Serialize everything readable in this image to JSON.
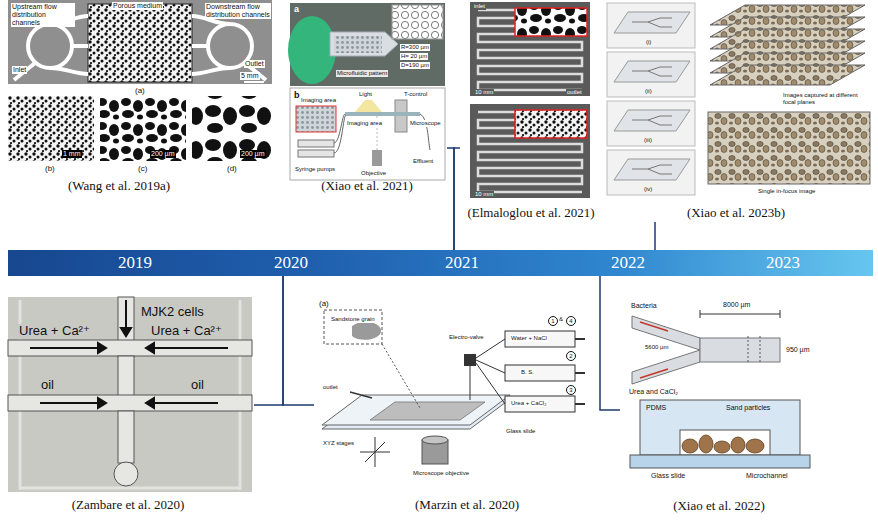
{
  "diagram": {
    "nodes": [
      {
        "text": [
          "(Wang et al. 2019a)"
        ]
      },
      {
        "text": [
          "(Xiao et al. 2021)"
        ]
      },
      {
        "text": [
          "(Elmaloglou et al. 2021)"
        ]
      },
      {
        "text": [
          "(Xiao et al. 2023b)"
        ]
      },
      {
        "text": [
          "2019",
          "2020",
          "2021",
          "2022",
          "2023"
        ]
      },
      {
        "text": [
          "(Zambare et al. 2020)"
        ]
      },
      {
        "text": [
          "(Marzin et al. 2020)"
        ]
      },
      {
        "text": [
          "(Xiao et al. 2022)"
        ]
      }
    ],
    "edges": [
      {
        "from": 4,
        "to": 1,
        "arrow": "none"
      },
      {
        "from": 4,
        "to": 2,
        "arrow": "none"
      },
      {
        "from": 4,
        "to": 3,
        "arrow": "none"
      },
      {
        "from": 4,
        "to": 5,
        "arrow": "none"
      },
      {
        "from": 4,
        "to": 6,
        "arrow": "none"
      },
      {
        "from": 4,
        "to": 7,
        "arrow": "none"
      }
    ],
    "labels": [
      "Upstream flow distribution channels",
      "Porous medium",
      "Downstream flow distribution channels",
      "Inlet",
      "Outlet",
      "5 mm",
      "(a)",
      "1 mm",
      "200 µm",
      "200 µm",
      "(b)",
      "(c)",
      "(d)",
      "a",
      "Microfluidic pattern",
      "R=300 µm",
      "H= 20 µm",
      "D=190 µm",
      "b",
      "Imaging area",
      "Light",
      "T-control",
      "Microscope",
      "Syringe pumps",
      "Imaging area",
      "Objective",
      "Effluent",
      "inlet",
      "outlet",
      "10 mm",
      "10 mm",
      "(i)",
      "(ii)",
      "(iii)",
      "(iv)",
      "Images captured at different focal planes",
      "Single in-focus image",
      "MJK2 cells",
      "Urea + Ca²⁺",
      "Urea + Ca²⁺",
      "oil",
      "oil",
      "(a)",
      "Sandstone grain",
      "Electro-valve",
      "1",
      "&",
      "4",
      "Water + NaCl",
      "2",
      "B. S.",
      "3",
      "Urea + CaCl₂",
      "outlet",
      "XYZ stages",
      "Glass slide",
      "Microscope objective",
      "Bacteria",
      "Urea and CaCl₂",
      "8000 µm",
      "5600 µm",
      "950 µm",
      "PDMS",
      "Sand particles",
      "Microchannel",
      "Glass slide"
    ]
  }
}
